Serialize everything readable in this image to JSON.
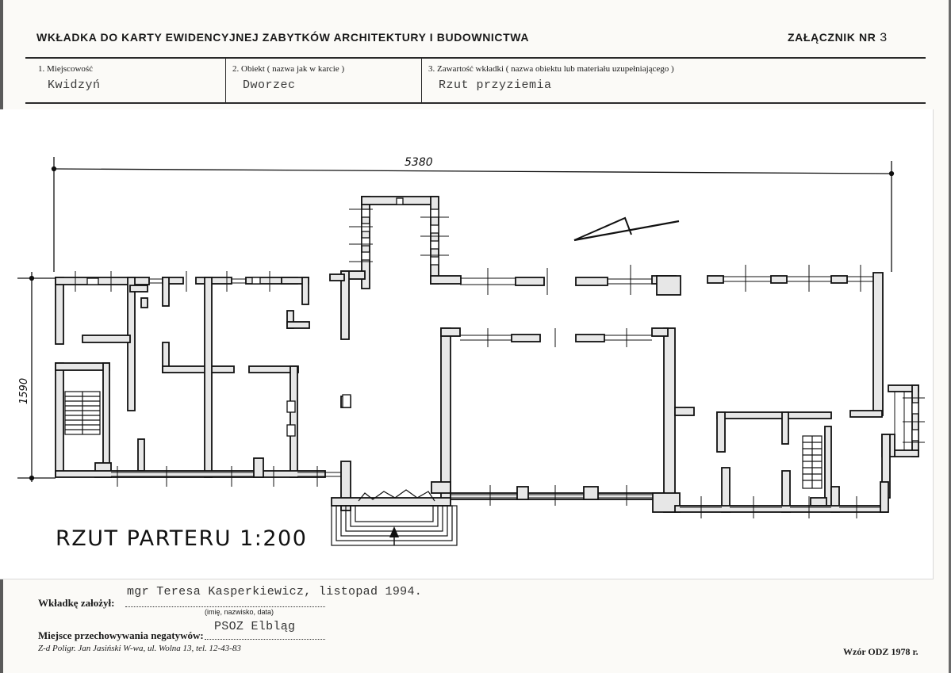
{
  "header": {
    "title": "WKŁADKA DO KARTY EWIDENCYJNEJ ZABYTKÓW ARCHITEKTURY I BUDOWNICTWA",
    "annex_label": "ZAŁĄCZNIK NR",
    "annex_number": "3"
  },
  "fields": [
    {
      "label": "1. Miejscowość",
      "value": "Kwidzyń"
    },
    {
      "label": "2. Obiekt ( nazwa jak w karcie )",
      "value": "Dworzec"
    },
    {
      "label": "3. Zawartość wkładki ( nazwa obiektu lub materiału uzupełniającego )",
      "value": "Rzut przyziemia"
    }
  ],
  "drawing": {
    "title": "RZUT PARTERU   1:200",
    "dim_width": "5380",
    "dim_depth": "1590"
  },
  "footer": {
    "founder_label": "Wkładkę założył:",
    "founder_value": "mgr Teresa Kasperkiewicz, listopad 1994.",
    "founder_hint": "(imię, nazwisko, data)",
    "storage_label": "Miejsce przechowywania negatywów:",
    "storage_value": "PSOZ Elbląg",
    "printer": "Z-d Poligr. Jan Jasiński W-wa, ul. Wolna 13, tel. 12-43-83",
    "form_code": "Wzór ODZ 1978 r."
  }
}
